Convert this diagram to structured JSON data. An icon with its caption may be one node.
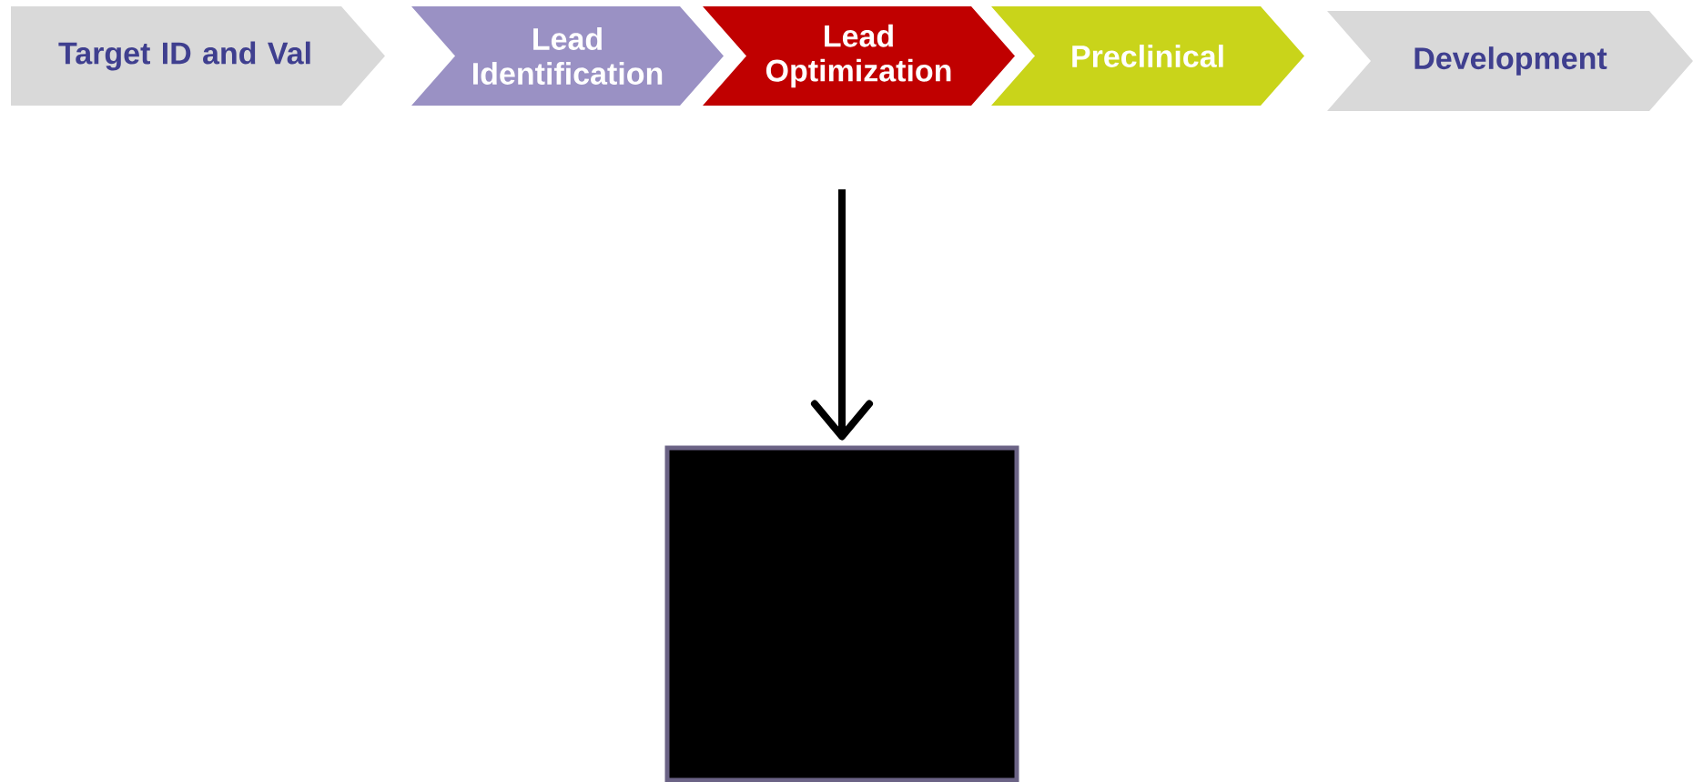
{
  "diagram": {
    "nodes": [
      {
        "text": [
          "Target ID and Val"
        ]
      },
      {
        "text": [
          "Lead Identification"
        ]
      },
      {
        "text": [
          "Lead Optimization"
        ]
      },
      {
        "text": [
          "Preclinical"
        ]
      },
      {
        "text": [
          "Development"
        ]
      },
      {
        "text": [],
        "shape": "box"
      }
    ],
    "edges": [
      {
        "from": null,
        "to": 5,
        "arrow": "to"
      }
    ]
  }
}
